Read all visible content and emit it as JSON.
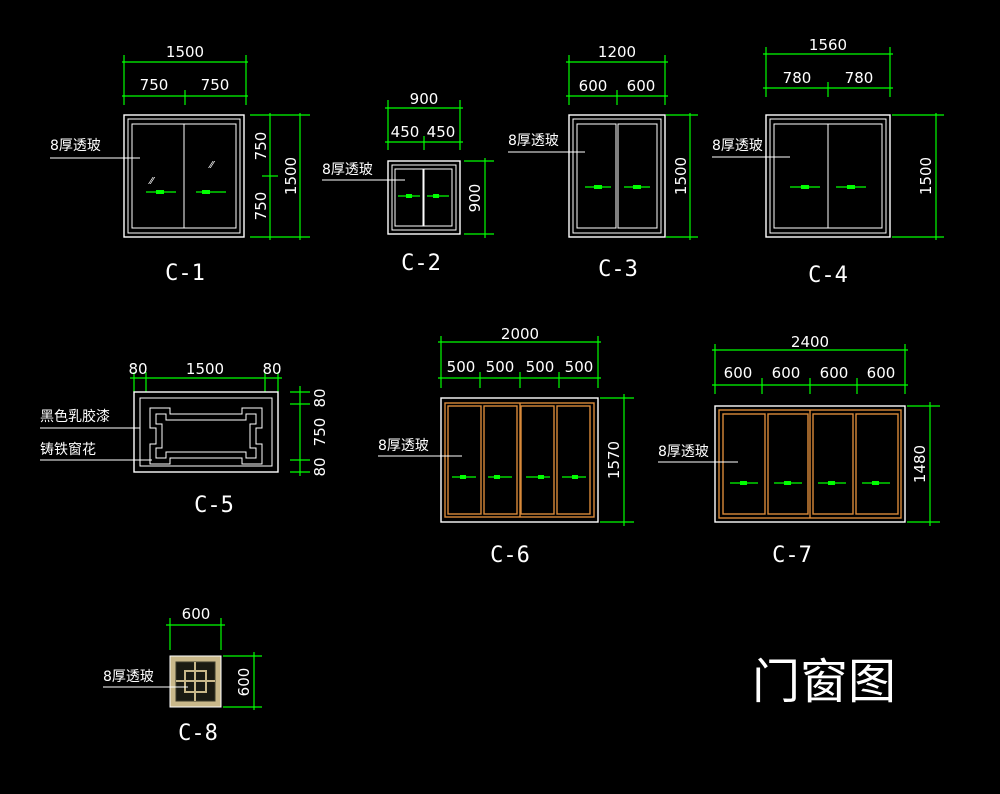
{
  "drawing_title": "门窗图",
  "windows": [
    {
      "id": "c1",
      "tag": "C-1",
      "glass_label": "8厚透玻",
      "width": "1500",
      "panes": [
        "750",
        "750"
      ],
      "height": "1500",
      "height_parts": [
        "750",
        "750"
      ]
    },
    {
      "id": "c2",
      "tag": "C-2",
      "glass_label": "8厚透玻",
      "width": "900",
      "panes": [
        "450",
        "450"
      ],
      "height": "900"
    },
    {
      "id": "c3",
      "tag": "C-3",
      "glass_label": "8厚透玻",
      "width": "1200",
      "panes": [
        "600",
        "600"
      ],
      "height": "1500"
    },
    {
      "id": "c4",
      "tag": "C-4",
      "glass_label": "8厚透玻",
      "width": "1560",
      "panes": [
        "780",
        "780"
      ],
      "height": "1500"
    },
    {
      "id": "c5",
      "tag": "C-5",
      "labels": [
        "黑色乳胶漆",
        "铸铁窗花"
      ],
      "widths": [
        "80",
        "1500",
        "80"
      ],
      "heights": [
        "80",
        "750",
        "80"
      ]
    },
    {
      "id": "c6",
      "tag": "C-6",
      "glass_label": "8厚透玻",
      "width": "2000",
      "panes": [
        "500",
        "500",
        "500",
        "500"
      ],
      "height": "1570"
    },
    {
      "id": "c7",
      "tag": "C-7",
      "glass_label": "8厚透玻",
      "width": "2400",
      "panes": [
        "600",
        "600",
        "600",
        "600"
      ],
      "height": "1480"
    },
    {
      "id": "c8",
      "tag": "C-8",
      "glass_label": "8厚透玻",
      "width": "600",
      "height": "600"
    }
  ],
  "colors": {
    "background": "#000000",
    "dimension": "#00ff00",
    "outline": "#ffffff",
    "frame_wood": "#d98a3a"
  }
}
